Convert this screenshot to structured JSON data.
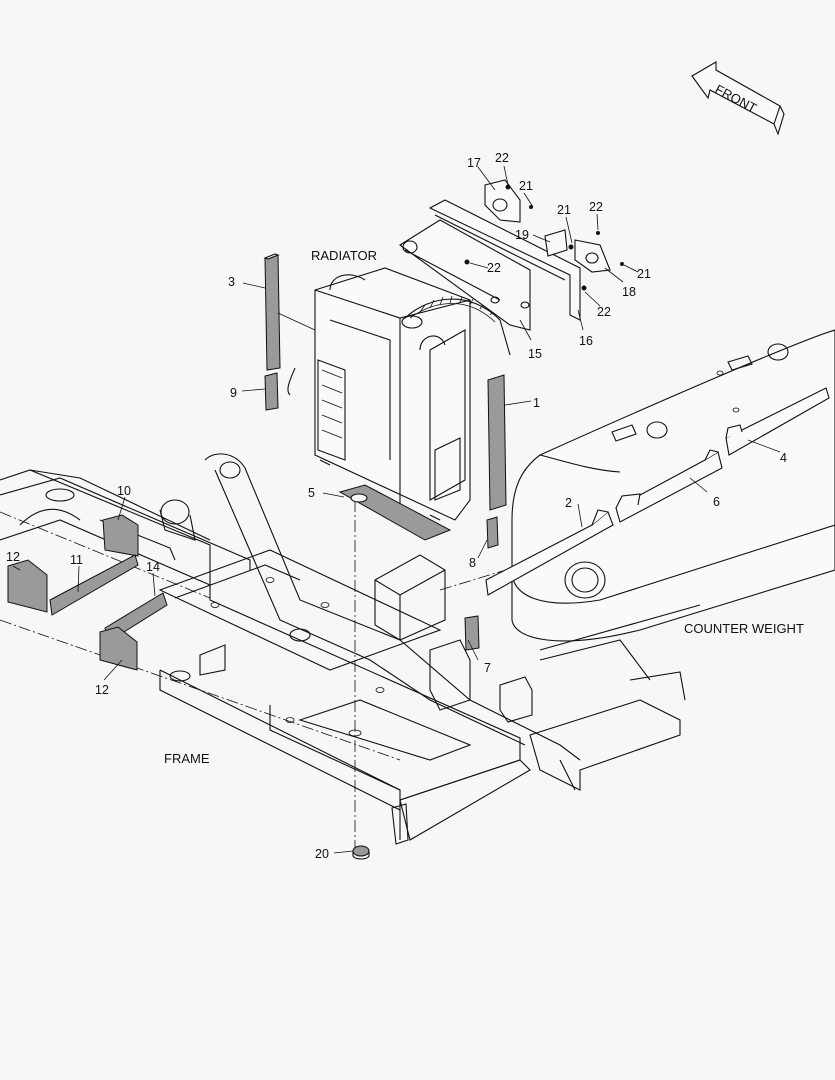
{
  "labels": {
    "front": "FRONT",
    "radiator": "RADIATOR",
    "counter_weight": "COUNTER WEIGHT",
    "frame": "FRAME"
  },
  "callouts": {
    "c1": "1",
    "c2": "2",
    "c3": "3",
    "c4": "4",
    "c5": "5",
    "c6": "6",
    "c7": "7",
    "c8": "8",
    "c9": "9",
    "c10": "10",
    "c11": "11",
    "c12a": "12",
    "c12b": "12",
    "c14": "14",
    "c15": "15",
    "c16": "16",
    "c17": "17",
    "c18": "18",
    "c19": "19",
    "c20": "20",
    "c21a": "21",
    "c21b": "21",
    "c21c": "21",
    "c22a": "22",
    "c22b": "22",
    "c22c": "22",
    "c22d": "22"
  },
  "colors": {
    "ink": "#111111",
    "paper": "#f7f7f7",
    "rubber": "#9a9a9a"
  }
}
